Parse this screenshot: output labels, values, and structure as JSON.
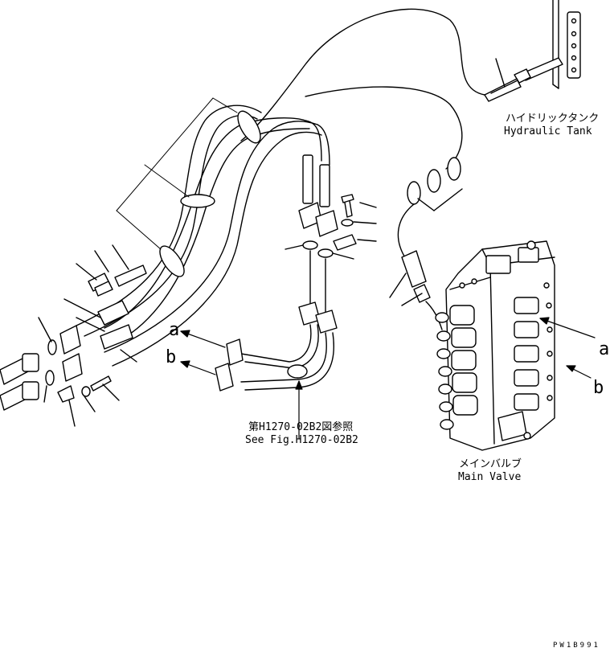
{
  "labels": {
    "tank_jp": "ハイドリックタンク",
    "tank_en": "Hydraulic Tank",
    "valve_jp": "メインバルブ",
    "valve_en": "Main Valve",
    "ref_jp": "第H1270-02B2図参照",
    "ref_en": "See Fig.H1270-02B2",
    "letter_a": "a",
    "letter_b": "b",
    "code": "PW1B991"
  }
}
